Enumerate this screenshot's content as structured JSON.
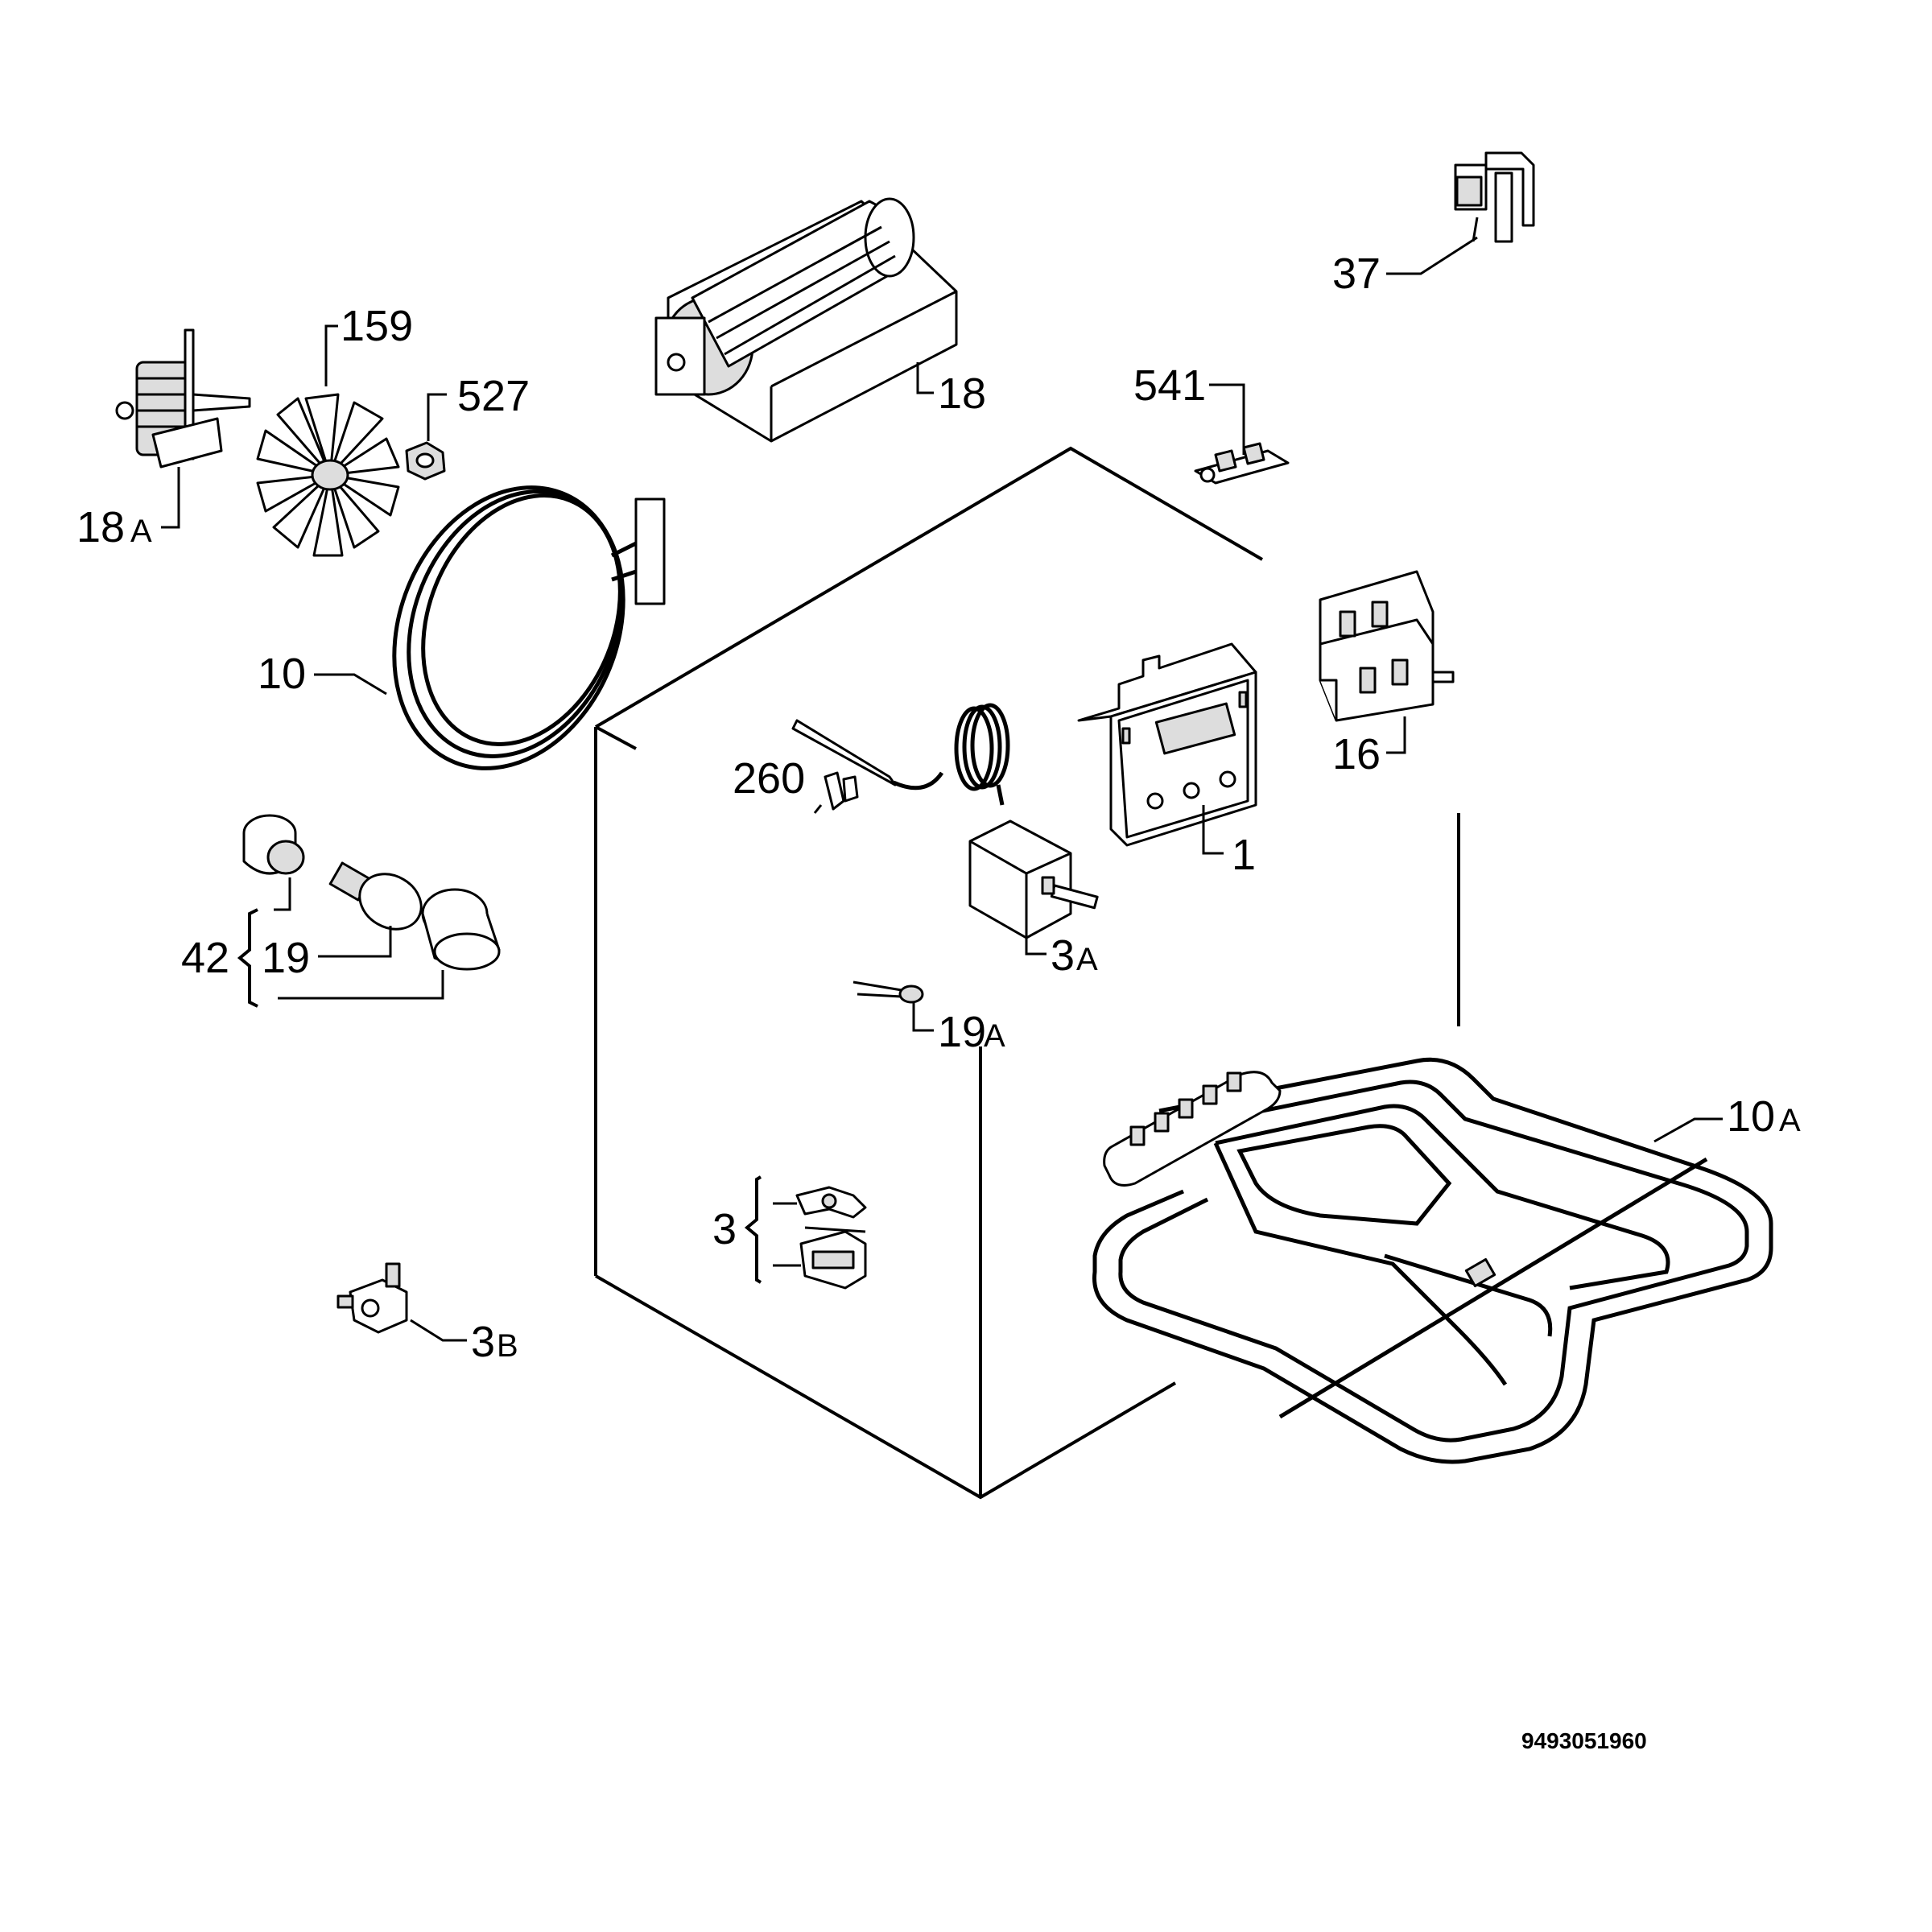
{
  "callouts": {
    "c37": "37",
    "c159": "159",
    "c18": "18",
    "c527": "527",
    "c541": "541",
    "c18a_num": "18",
    "c18a_suf": "A",
    "c10": "10",
    "c16": "16",
    "c260": "260",
    "c1": "1",
    "c3a_num": "3",
    "c3a_suf": "A",
    "c42": "42",
    "c19": "19",
    "c19a_num": "19",
    "c19a_suf": "A",
    "c10a_num": "10",
    "c10a_suf": "A",
    "c3": "3",
    "c3b_num": "3",
    "c3b_suf": "B"
  },
  "document_number": "9493051960"
}
